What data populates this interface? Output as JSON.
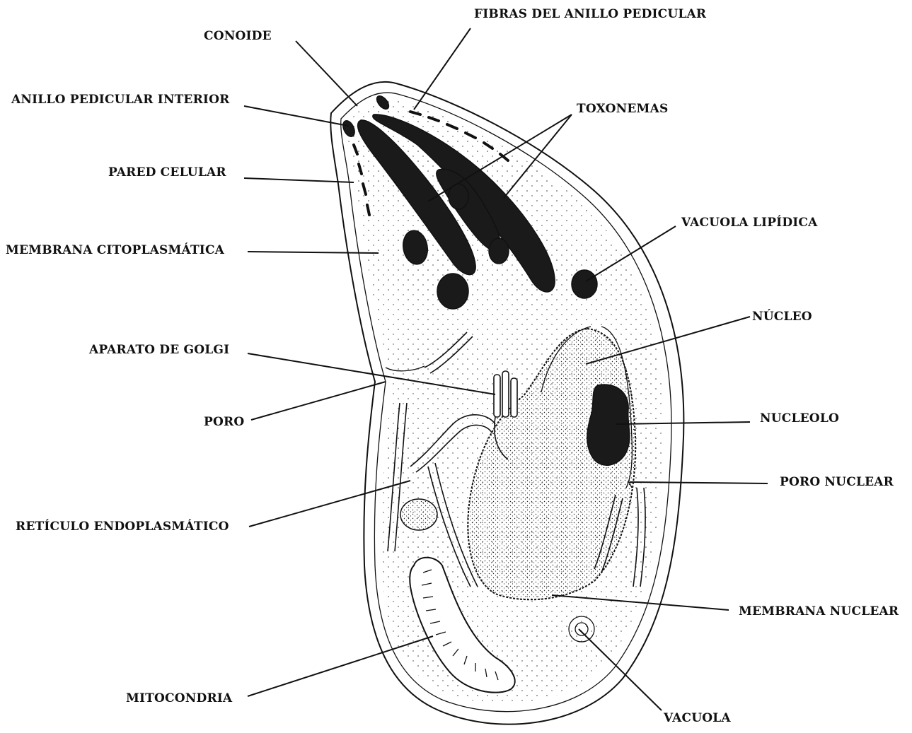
{
  "labels": {
    "fibras_anillo_pedicular": "FIBRAS DEL ANILLO PEDICULAR",
    "conoide": "CONOIDE",
    "anillo_pedicular_interior": "ANILLO PEDICULAR INTERIOR",
    "toxonemas": "TOXONEMAS",
    "pared_celular": "PARED CELULAR",
    "membrana_citoplasmatica": "MEMBRANA CITOPLASMÁTICA",
    "vacuola_lipidica": "VACUOLA LIPÍDICA",
    "nucleo": "NÚCLEO",
    "aparato_golgi": "APARATO DE GOLGI",
    "poro": "PORO",
    "nucleolo": "NUCLEOLO",
    "poro_nuclear": "PORO NUCLEAR",
    "reticulo_endoplasmatico": "RETÍCULO ENDOPLASMÁTICO",
    "membrana_nuclear": "MEMBRANA NUCLEAR",
    "mitocondria": "MITOCONDRIA",
    "vacuola": "VACUOLA"
  },
  "colors": {
    "ink": "#111111",
    "organelle_fill": "#1a1a1a",
    "background": "#ffffff"
  }
}
